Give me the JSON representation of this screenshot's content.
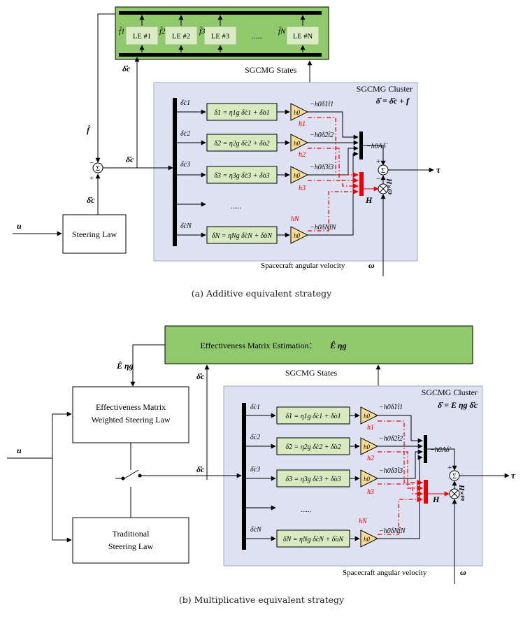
{
  "panel_a": {
    "caption": "(a) Additive equivalent strategy",
    "le_blocks": [
      "LE #1",
      "LE #2",
      "LE #3",
      "......",
      "LE #N"
    ],
    "fault_labels": [
      "f̂1",
      "f̂2",
      "f̂3",
      "f̂N"
    ],
    "sgcmg_states": "SGCMG States",
    "cluster_title": "SGCMG Cluster",
    "cluster_eq": "δ̇ = δ̇c + f",
    "f_hat": "f̂",
    "delta_c": "δ̇c",
    "u": "u",
    "steering": "Steering Law",
    "rows": [
      {
        "in": "δ̇c1",
        "eq": "δ̇1 = η1g δ̇c1 + δ̇o1",
        "out": "−h0δ̇1t̂1",
        "h": "h1"
      },
      {
        "in": "δ̇c2",
        "eq": "δ̇2 = η2g δ̇c2 + δ̇o2",
        "out": "−h0δ̇2t̂2",
        "h": "h2"
      },
      {
        "in": "δ̇c3",
        "eq": "δ̇3 = η3g δ̇c3 + δ̇o3",
        "out": "−h0δ̇3t̂3",
        "h": "h3"
      },
      {
        "in": "δ̇cN",
        "eq": "δ̇N = ηNg δ̇cN + δ̇oN",
        "out": "−h0δ̇Nt̂N",
        "h": "hN"
      }
    ],
    "dots": "......",
    "amp_label": "h0",
    "sum_out": "−h0Aδ̇",
    "H": "H",
    "omegaH": "ω×H",
    "tau": "τ",
    "omega_label": "Spacecraft angular velocity",
    "omega": "ω",
    "sign_minus": "−",
    "sign_plus": "+",
    "sigma": "Σ"
  },
  "panel_b": {
    "caption": "(b) Multiplicative equivalent strategy",
    "estimation": "Effectiveness Matrix Estimation：",
    "estimation_sym": "Ê ηg",
    "E_hat": "Ê ηg",
    "delta_c": "δ̇c",
    "sgcmg_states": "SGCMG States",
    "cluster_title": "SGCMG Cluster",
    "cluster_eq": "δ̇ = E ηg δ̇c",
    "weighted_1": "Effectiveness Matrix",
    "weighted_2": "Weighted Steering Law",
    "trad_1": "Traditional",
    "trad_2": "Steering Law",
    "u": "u",
    "rows": [
      {
        "in": "δ̇c1",
        "eq": "δ̇1 = η1g δ̇c1 + δ̇o1",
        "out": "−h0δ̇1t̂1",
        "h": "h1"
      },
      {
        "in": "δ̇c2",
        "eq": "δ̇2 = η2g δ̇c2 + δ̇o2",
        "out": "−h0δ̇2t̂2",
        "h": "h2"
      },
      {
        "in": "δ̇c3",
        "eq": "δ̇3 = η3g δ̇c3 + δ̇o3",
        "out": "−h0δ̇3t̂3",
        "h": "h3"
      },
      {
        "in": "δ̇cN",
        "eq": "δ̇N = ηNg δ̇cN + δ̇oN",
        "out": "−h0δ̇Nt̂N",
        "h": "hN"
      }
    ],
    "dots": "......",
    "amp_label": "h0",
    "sum_out": "−h0Aδ̇",
    "H": "H",
    "omegaH": "ω×H",
    "tau": "τ",
    "omega_label": "Spacecraft angular velocity",
    "omega": "ω",
    "sign_plus": "+",
    "sigma": "Σ"
  }
}
